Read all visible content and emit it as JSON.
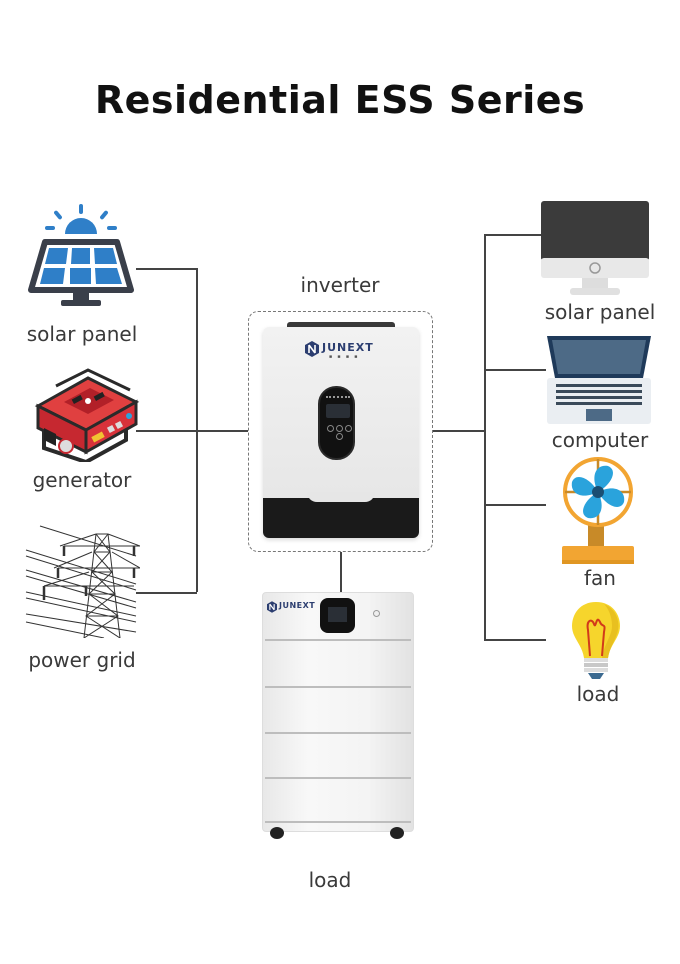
{
  "title": "Residential ESS Series",
  "sources": [
    {
      "label": "solar panel",
      "icon": "solar-panel-icon"
    },
    {
      "label": "generator",
      "icon": "generator-icon"
    },
    {
      "label": "power grid",
      "icon": "power-tower-icon"
    }
  ],
  "center": {
    "inverter_label": "inverter",
    "inverter_brand": "JUNEXT",
    "battery_brand": "JUNEXT",
    "battery_label": "load"
  },
  "loads": [
    {
      "label": "solar panel",
      "icon": "monitor-icon"
    },
    {
      "label": "computer",
      "icon": "laptop-icon"
    },
    {
      "label": "fan",
      "icon": "fan-icon"
    },
    {
      "label": "load",
      "icon": "light-bulb-icon"
    }
  ],
  "colors": {
    "solar_blue": "#2f7fc8",
    "solar_frame": "#3a3f4a",
    "generator_red": "#d8323a",
    "fan_blue": "#2aa3dc",
    "fan_orange": "#f2a532",
    "bulb_yellow": "#f6d52c",
    "line": "#444444"
  }
}
